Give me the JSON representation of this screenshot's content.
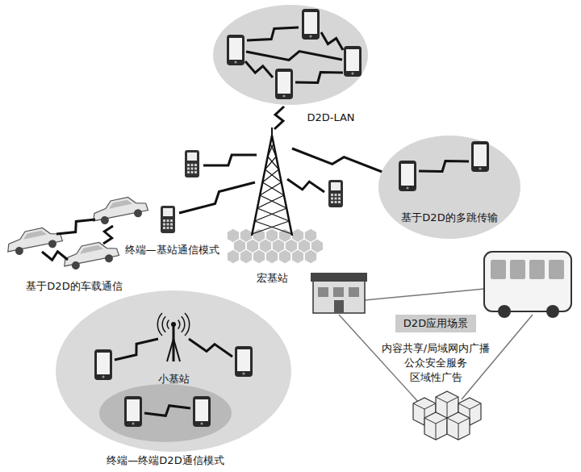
{
  "diagram": {
    "nodes": [
      {
        "text": [
          "D2D-LAN"
        ]
      },
      {
        "text": [
          "基于D2D的多跳传输"
        ]
      },
      {
        "text": [
          "宏基站"
        ]
      },
      {
        "text": [
          "小基站"
        ]
      },
      {
        "text": [
          "终端—终端D2D通信模式"
        ],
        "in": 3
      },
      {
        "text": [
          "D2D应用场景"
        ]
      }
    ],
    "labels": [
      "终端—基站通信模式",
      "基于D2D的车载通信",
      "内容共享/局域网内广播",
      "公众安全服务",
      "区域性广告"
    ]
  }
}
